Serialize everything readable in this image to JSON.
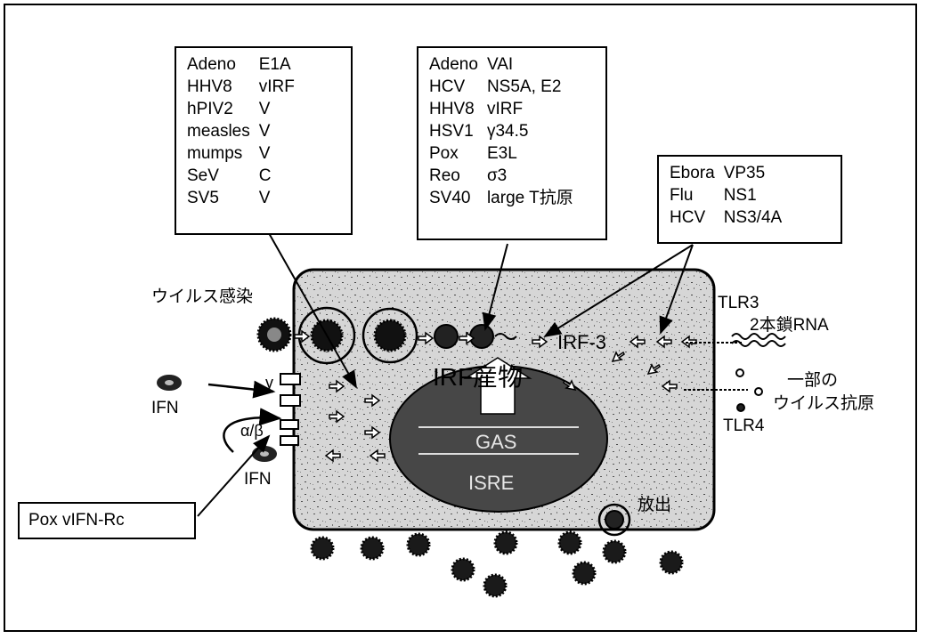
{
  "colors": {
    "cell_fill": "#d4d4d4",
    "nucleus_fill": "#454545",
    "virus_fill": "#222222",
    "line": "#000000"
  },
  "box_left": {
    "rows": [
      {
        "virus": "Adeno",
        "protein": "E1A"
      },
      {
        "virus": "HHV8",
        "protein": "vIRF"
      },
      {
        "virus": "hPIV2",
        "protein": "V"
      },
      {
        "virus": "measles",
        "protein": "V"
      },
      {
        "virus": "mumps",
        "protein": "V"
      },
      {
        "virus": "SeV",
        "protein": "C"
      },
      {
        "virus": "SV5",
        "protein": "V"
      }
    ]
  },
  "box_middle": {
    "rows": [
      {
        "virus": "Adeno",
        "protein": "VAI"
      },
      {
        "virus": "HCV",
        "protein": "NS5A, E2"
      },
      {
        "virus": "HHV8",
        "protein": "vIRF"
      },
      {
        "virus": "HSV1",
        "protein": "γ34.5"
      },
      {
        "virus": "Pox",
        "protein": "E3L"
      },
      {
        "virus": "Reo",
        "protein": "σ3"
      },
      {
        "virus": "SV40",
        "protein": "large T抗原"
      }
    ]
  },
  "box_right": {
    "rows": [
      {
        "virus": "Ebora",
        "protein": "VP35"
      },
      {
        "virus": "Flu",
        "protein": "NS1"
      },
      {
        "virus": "HCV",
        "protein": "NS3/4A"
      }
    ]
  },
  "box_pox": {
    "text": "Pox vIFN-Rc"
  },
  "labels": {
    "virus_infection": "ウイルス感染",
    "tlr3": "TLR3",
    "dsrna": "2本鎖RNA",
    "some": "一部の",
    "viral_antigen": "ウイルス抗原",
    "tlr4": "TLR4",
    "irf3": "IRF-3",
    "irf_product": "IRF産物",
    "gas": "GAS",
    "isre": "ISRE",
    "release": "放出",
    "ifn_top": "IFN",
    "ifn_bottom": "IFN",
    "gamma": "γ",
    "alpha_beta": "α/β"
  }
}
